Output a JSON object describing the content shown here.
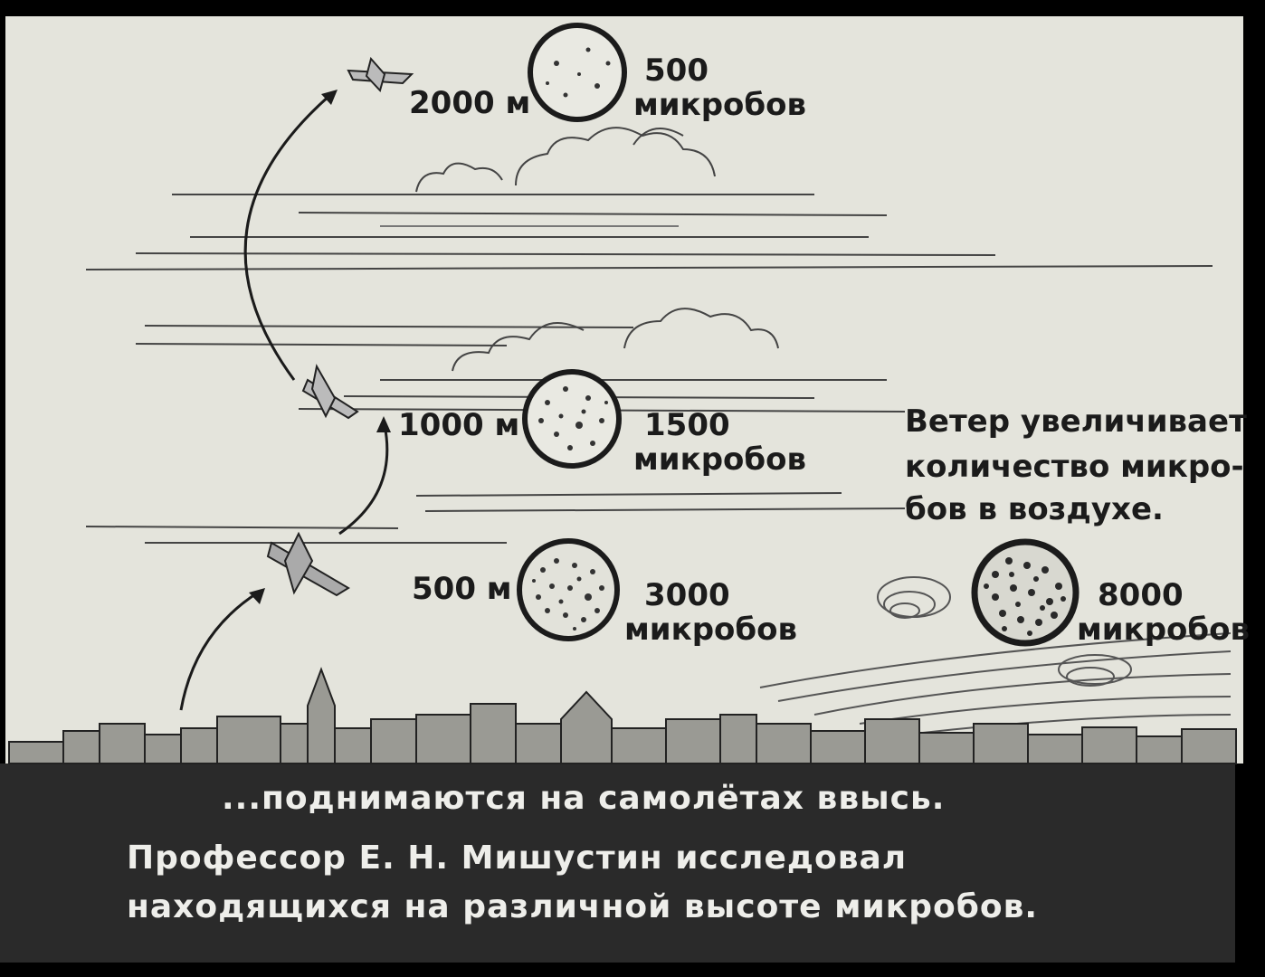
{
  "illustration": {
    "levels": [
      {
        "altitude": "2000 м",
        "count": "500",
        "unit": "микробов"
      },
      {
        "altitude": "1000 м",
        "count": "1500",
        "unit": "микробов"
      },
      {
        "altitude": "500 м",
        "count": "3000",
        "unit": "микробов"
      }
    ],
    "wind": {
      "count": "8000",
      "unit": "микробов"
    },
    "note_lines": [
      "Ветер увеличивает",
      "количество микро-",
      "бов в воздухе."
    ]
  },
  "caption": {
    "line1": "...поднимаются на самолётах ввысь.",
    "line2": "Профессор Е. Н. Мишустин исследовал",
    "line3": "находящихся на различной высоте микробов."
  },
  "colors": {
    "paper": "#e4e4dc",
    "ink": "#1b1b1b",
    "caption_bg": "#2a2a2a",
    "caption_text": "#eeeeea"
  }
}
